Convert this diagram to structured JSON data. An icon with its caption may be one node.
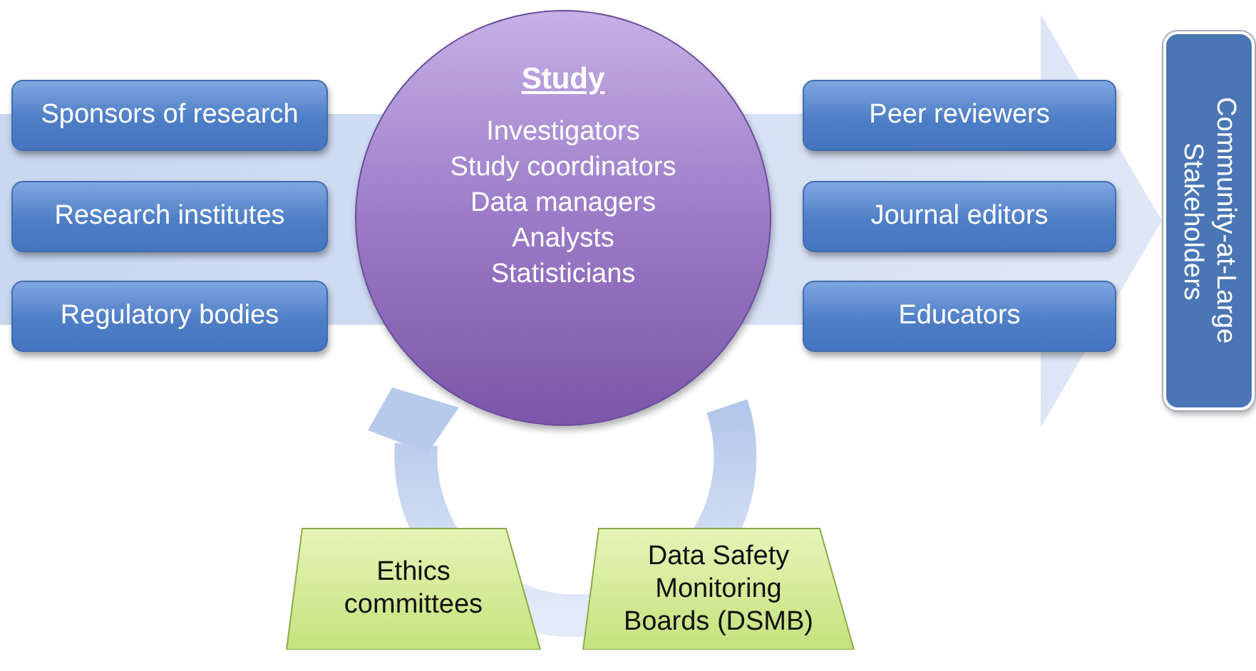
{
  "diagram": {
    "nodes": [
      {
        "text": [
          "Sponsors of research"
        ]
      },
      {
        "text": [
          "Research institutes"
        ]
      },
      {
        "text": [
          "Regulatory bodies"
        ]
      },
      {
        "text": [
          "Study",
          "Investigators",
          "Study coordinators",
          "Data managers",
          "Analysts",
          "Statisticians"
        ]
      },
      {
        "text": [
          "Peer reviewers"
        ]
      },
      {
        "text": [
          "Journal editors"
        ]
      },
      {
        "text": [
          "Educators"
        ]
      },
      {
        "text": [
          "Community-at-Large Stakeholders"
        ]
      },
      {
        "text": [
          "Ethics committees"
        ]
      },
      {
        "text": [
          "Data Safety Monitoring Boards (DSMB)"
        ]
      }
    ]
  }
}
